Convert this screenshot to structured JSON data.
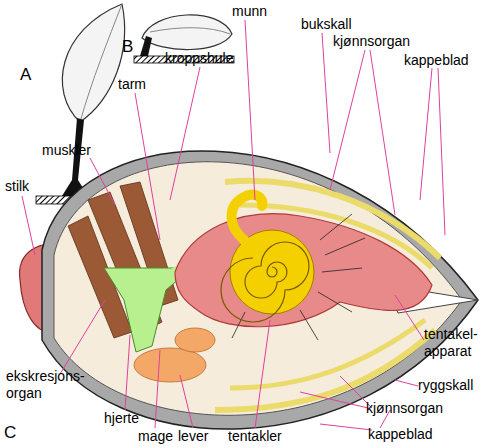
{
  "diagram": {
    "labels": [
      "A",
      "B",
      "munn",
      "bukskall",
      "kjønnsorgan",
      "kroppshule",
      "kappeblad",
      "tarm",
      "muskler",
      "stilk",
      "tentakel- apparat",
      "ryggskall",
      "ekskresjons- organ",
      "kjønnsorgan",
      "hjerte",
      "mage",
      "lever",
      "tentakler",
      "kappeblad",
      "C"
    ]
  }
}
